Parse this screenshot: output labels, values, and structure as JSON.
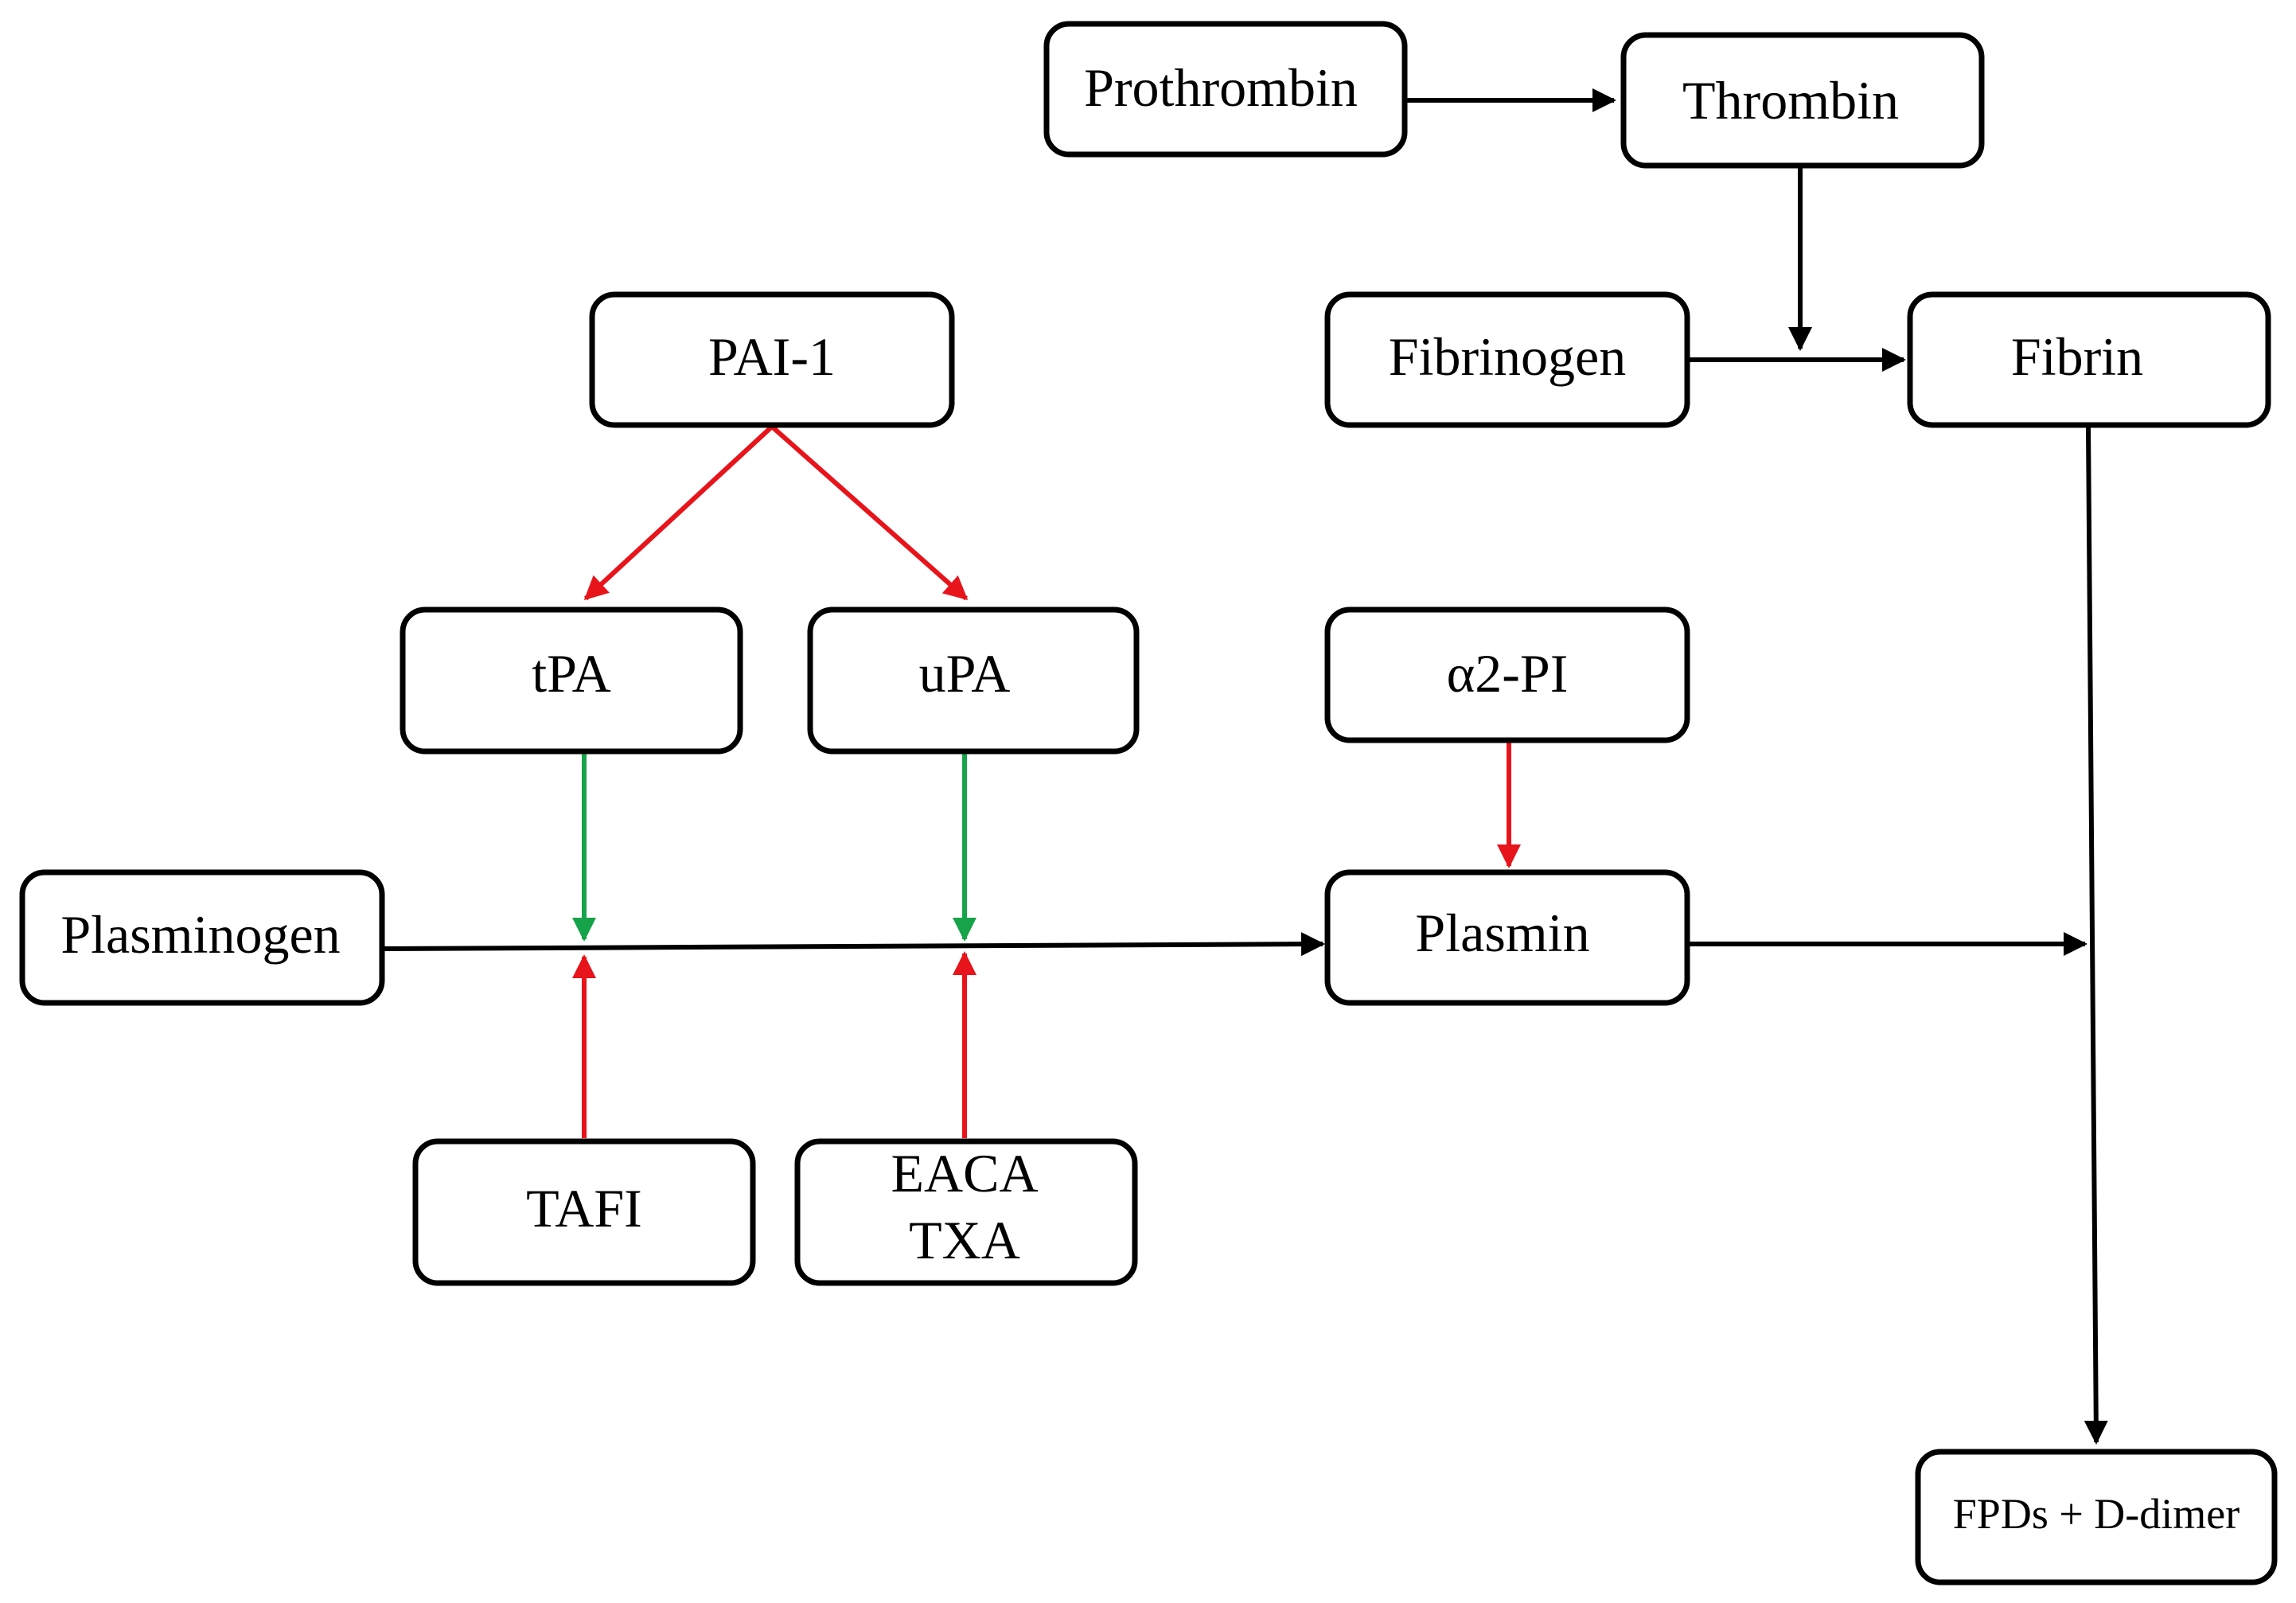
{
  "nodes": {
    "prothrombin": "Prothrombin",
    "thrombin": "Thrombin",
    "fibrinogen": "Fibrinogen",
    "fibrin": "Fibrin",
    "pai1": "PAI-1",
    "tpa": "tPA",
    "upa": "uPA",
    "a2pi": "α2-PI",
    "plasminogen": "Plasminogen",
    "plasmin": "Plasmin",
    "tafi": "TAFI",
    "eaca": "EACA",
    "txa": "TXA",
    "fpds": "FPDs + D-dimer"
  },
  "colors": {
    "conversion": "#000000",
    "inhibition": "#e8141b",
    "activation": "#16a34a"
  }
}
